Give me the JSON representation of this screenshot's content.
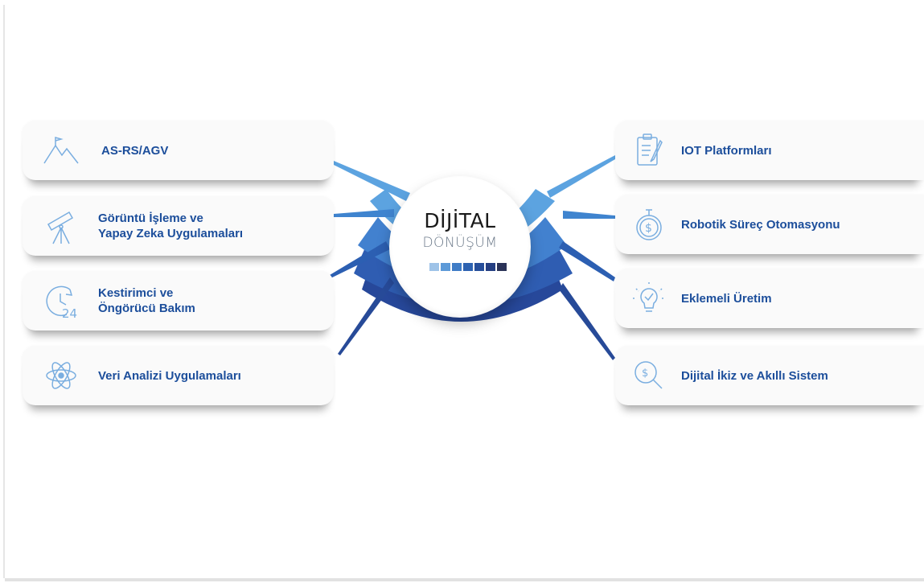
{
  "hub": {
    "title": "DİJİTAL",
    "subtitle": "DÖNÜŞÜM",
    "swatch_colors": [
      "#9ec3e8",
      "#5d9ad8",
      "#3f7cc6",
      "#2d62b1",
      "#264e9a",
      "#253f82",
      "#2b3358"
    ]
  },
  "left_items": [
    {
      "label": "AS-RS/AGV",
      "icon": "mountain-flag-icon"
    },
    {
      "label": "Görüntü İşleme ve\nYapay Zeka Uygulamaları",
      "icon": "telescope-icon"
    },
    {
      "label": "Kestirimci ve\nÖngörücü Bakım",
      "icon": "clock-24-icon"
    },
    {
      "label": "Veri Analizi Uygulamaları",
      "icon": "atom-icon"
    }
  ],
  "right_items": [
    {
      "label": "IOT Platformları",
      "icon": "clipboard-pen-icon"
    },
    {
      "label": "Robotik Süreç Otomasyonu",
      "icon": "stopwatch-dollar-icon"
    },
    {
      "label": "Eklemeli Üretim",
      "icon": "lightbulb-check-icon"
    },
    {
      "label": "Dijital İkiz ve Akıllı Sistem",
      "icon": "magnifier-dollar-icon"
    }
  ],
  "colors": {
    "label": "#1c4e9b",
    "icon": "#7aaee0",
    "connector_1": "#5ca3e0",
    "connector_2": "#3f84cf",
    "connector_3": "#2c5fb2",
    "connector_4": "#274a98"
  }
}
